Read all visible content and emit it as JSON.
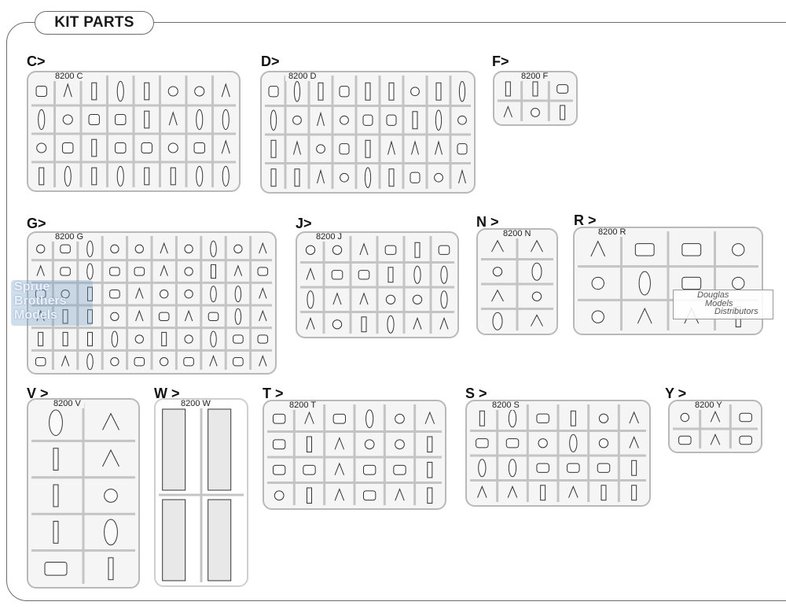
{
  "header": {
    "title": "KIT PARTS"
  },
  "sprues": [
    {
      "id": "c",
      "letter": "C>",
      "tag": "8200 C"
    },
    {
      "id": "d",
      "letter": "D>",
      "tag": "8200 D"
    },
    {
      "id": "f",
      "letter": "F>",
      "tag": "8200 F"
    },
    {
      "id": "g",
      "letter": "G>",
      "tag": "8200 G"
    },
    {
      "id": "j",
      "letter": "J>",
      "tag": "8200 J"
    },
    {
      "id": "n",
      "letter": "N >",
      "tag": "8200 N"
    },
    {
      "id": "r",
      "letter": "R >",
      "tag": "8200 R"
    },
    {
      "id": "v",
      "letter": "V >",
      "tag": "8200 V"
    },
    {
      "id": "w",
      "letter": "W >",
      "tag": "8200 W"
    },
    {
      "id": "t",
      "letter": "T >",
      "tag": "8200 T"
    },
    {
      "id": "s",
      "letter": "S >",
      "tag": "8200 S"
    },
    {
      "id": "y",
      "letter": "Y >",
      "tag": "8200 Y"
    }
  ],
  "watermarks": {
    "left_lines": [
      "Sprue",
      "Brothers",
      "Models"
    ],
    "right_lines": [
      "Douglas",
      "Models",
      "Distributors"
    ]
  }
}
